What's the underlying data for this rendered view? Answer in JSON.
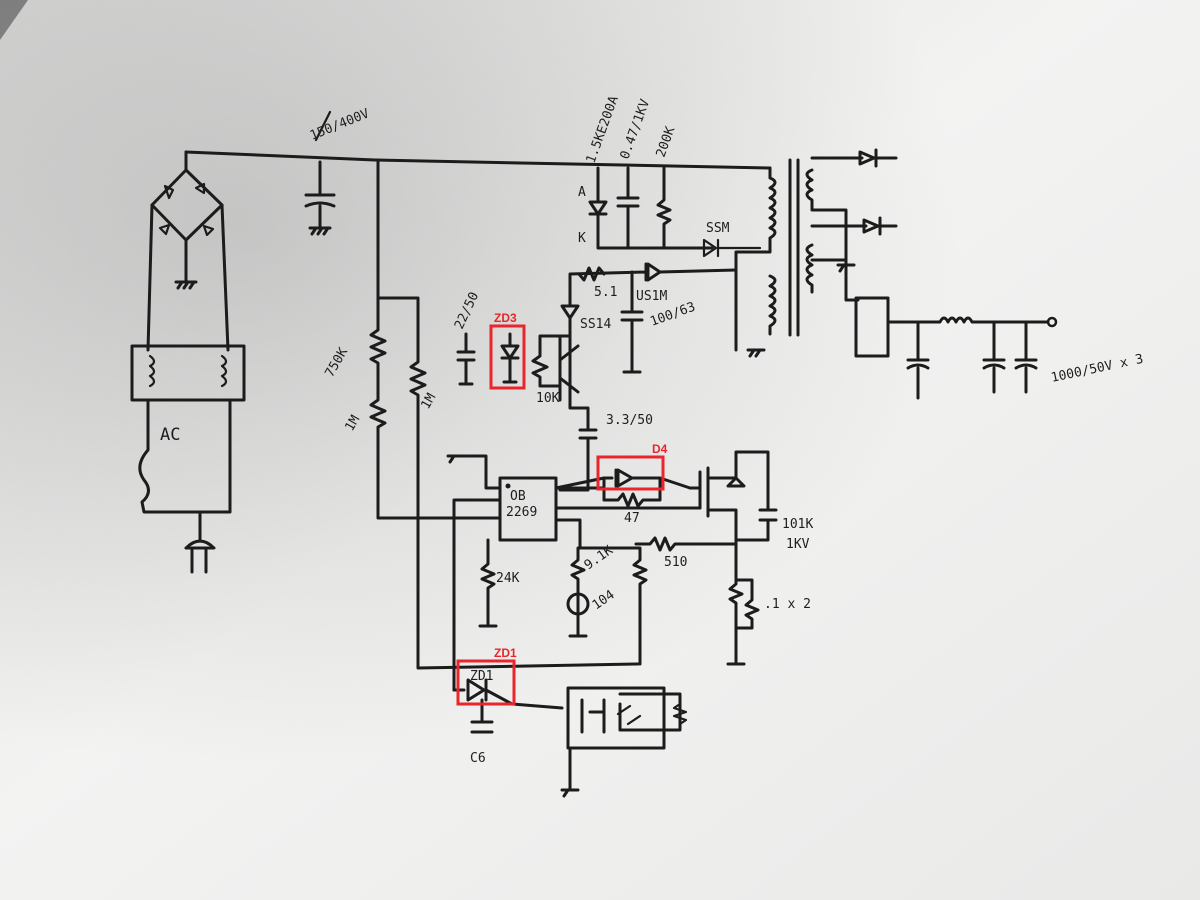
{
  "labels": {
    "bus": "150/400V",
    "tvs": "1.5KE200A",
    "tvs_a": "A",
    "tvs_k": "K",
    "snub_cap": "0.47/1KV",
    "snub_res": "200K",
    "d_ssm": "SSM",
    "d_us1m": "US1M",
    "r51": "5.1",
    "q_ss14": "SS14",
    "c22": "22/50",
    "c100": "100/63",
    "r10k": "10K",
    "c33": "3.3/50",
    "r750k": "750K",
    "r1m_a": "1M",
    "r1m_b": "1M",
    "ic": "OB",
    "ic2": "2269",
    "r47": "47",
    "r510": "510",
    "r24k": "24K",
    "r91k": "9.1K",
    "c104": "104",
    "rs": ".1 x 2",
    "c101k": "101K",
    "c1kv": "1KV",
    "out_cap": "1000/50V x 3",
    "ac": "AC",
    "c6": "C6"
  },
  "annotations": {
    "zd3": "ZD3",
    "d4": "D4",
    "zd1": "ZD1",
    "zd1_inner": "ZD1"
  },
  "colors": {
    "paper": "#f4f4f2",
    "ink": "#1c1c1c",
    "highlight": "#e8262b"
  }
}
